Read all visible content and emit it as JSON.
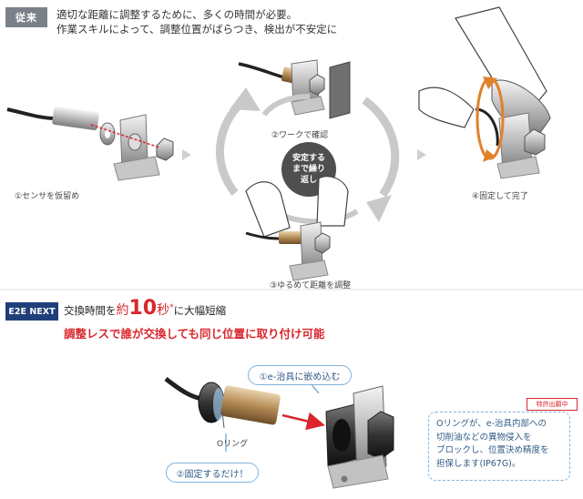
{
  "conventional": {
    "badge": "従来",
    "line1": "適切な距離に調整するために、多くの時間が必要。",
    "line2": "作業スキルによって、調整位置がばらつき、検出が不安定に"
  },
  "steps": {
    "s1": "①センサを仮留め",
    "s2": "②ワークで確認",
    "s3": "③ゆるめて距離を調整",
    "s4": "④固定して完了",
    "loop_center_l1": "安定する",
    "loop_center_l2": "まで繰り",
    "loop_center_l3": "返し"
  },
  "new": {
    "badge": "E2E NEXT",
    "time_prefix": "交換時間を",
    "time_approx": "約",
    "time_value": "10",
    "time_unit": "秒",
    "time_mark": "*",
    "time_suffix": "に大幅短縮",
    "tagline": "調整レスで誰が交換しても同じ位置に取り付け可能",
    "callout1": "①e-治具に嵌め込む",
    "callout2": "②固定するだけ！",
    "oring_label": "Oリング",
    "patent": "特許出願中",
    "note_l1": "Oリングが、e-治具内部への",
    "note_l2": "切削油などの異物侵入を",
    "note_l3": "ブロックし、位置決め精度を",
    "note_l4": "担保します(IP67G)。"
  },
  "colors": {
    "accent_red": "#d9262c",
    "brand_blue": "#1f3f7a",
    "callout_blue": "#7fb3dc"
  }
}
